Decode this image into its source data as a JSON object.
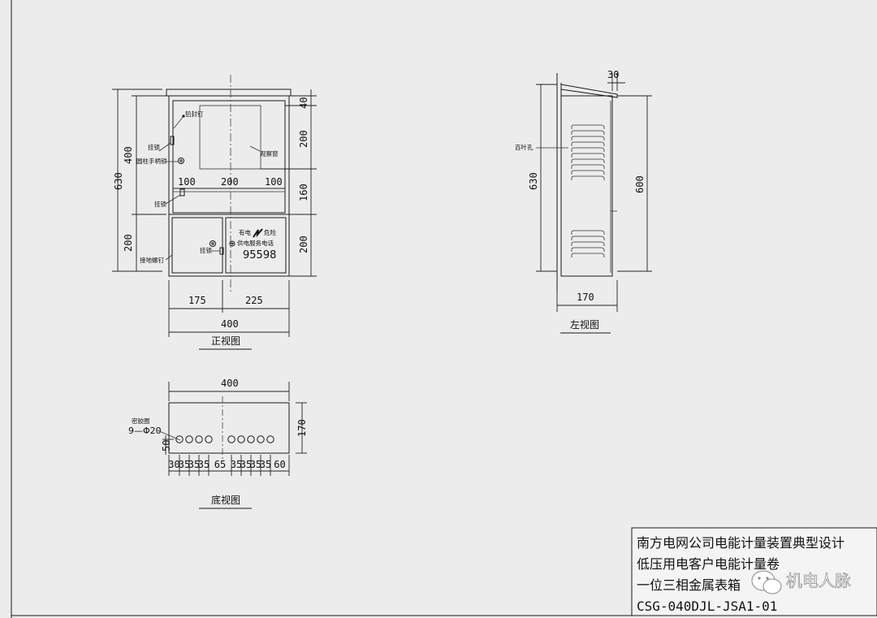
{
  "views": {
    "front": {
      "title": "正视图",
      "labels": {
        "seal_nail": "铅封钉",
        "hang_lock_1": "挂锁",
        "round_handle_lock": "圆柱手柄锁",
        "observation_window": "观察窗",
        "hang_lock_2": "挂锁",
        "hang_lock_3": "挂锁",
        "grounding_screw": "接地螺钉",
        "danger_line1": "有电",
        "danger_line2": "危险",
        "service_line": "供电服务电话",
        "service_number": "95598"
      },
      "dims": {
        "total_height": "630",
        "upper_height": "400",
        "lower_height_left": "200",
        "top_gap": "40",
        "window_height": "200",
        "window_bottom": "160",
        "lower_height_right": "200",
        "w_left": "100",
        "w_window": "200",
        "w_right": "100",
        "door_left": "175",
        "door_right": "225",
        "overall_width": "400"
      }
    },
    "side": {
      "title": "左视图",
      "labels": {
        "louver": "百叶孔"
      },
      "dims": {
        "roof_overhang": "30",
        "total_height": "630",
        "body_height": "600",
        "depth": "170"
      }
    },
    "bottom": {
      "title": "底视图",
      "labels": {
        "grommet": "密胶圈",
        "grommet_spec": "9—Φ20"
      },
      "dims": {
        "width": "400",
        "depth": "170",
        "edge_offset": "50",
        "hole_spacing": [
          "30",
          "35",
          "35",
          "35",
          "65",
          "35",
          "35",
          "35",
          "35",
          "60"
        ]
      }
    }
  },
  "title_block": {
    "line1": "南方电网公司电能计量装置典型设计",
    "line2": "低压用电客户电能计量卷",
    "line3": "一位三相金属表箱",
    "code": "CSG-040DJL-JSA1-01"
  },
  "watermark": {
    "text": "机电人脉",
    "icon": "wechat-icon"
  }
}
